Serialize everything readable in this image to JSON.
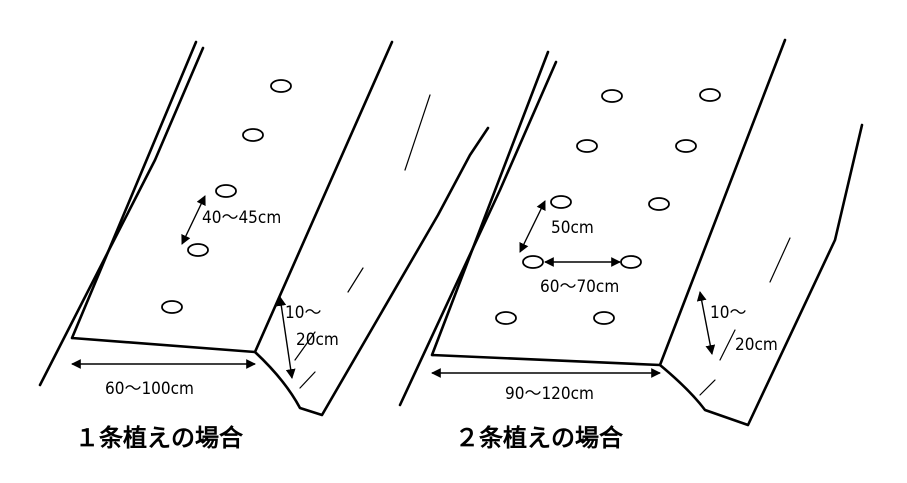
{
  "single_row": {
    "caption": "１条植えの場合",
    "spacing_label": "40～45cm",
    "shoulder_label_top": "10～",
    "shoulder_label_bottom": "20cm",
    "width_label": "60～100cm"
  },
  "double_row": {
    "caption": "２条植えの場合",
    "spacing_label": "50cm",
    "row_gap_label": "60～70cm",
    "shoulder_label_top": "10～",
    "shoulder_label_bottom": "20cm",
    "width_label": "90～120cm"
  }
}
